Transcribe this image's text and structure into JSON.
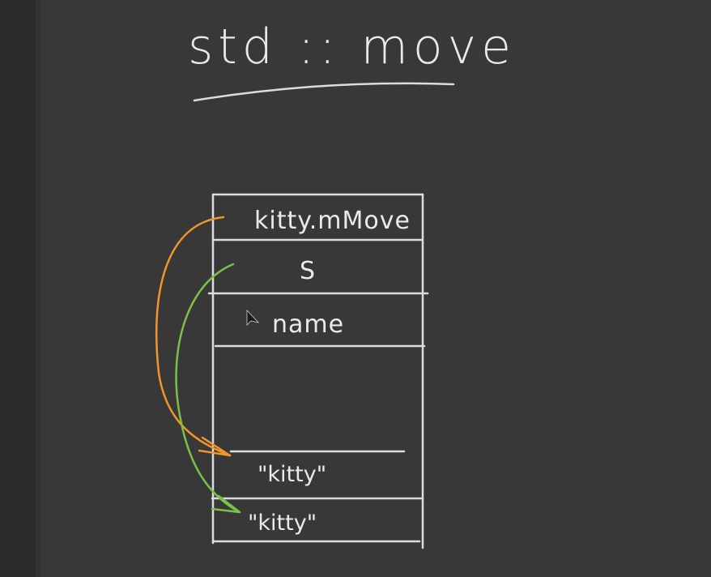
{
  "title": "std :: move",
  "stack_cells": [
    "kitty.mMove",
    "S",
    "name",
    "",
    "\"kitty\"",
    "\"kitty\""
  ],
  "colors": {
    "background": "#383838",
    "chalk": "#e8eaec",
    "orange_arrow": "#f0962a",
    "green_arrow": "#7cc04a"
  }
}
